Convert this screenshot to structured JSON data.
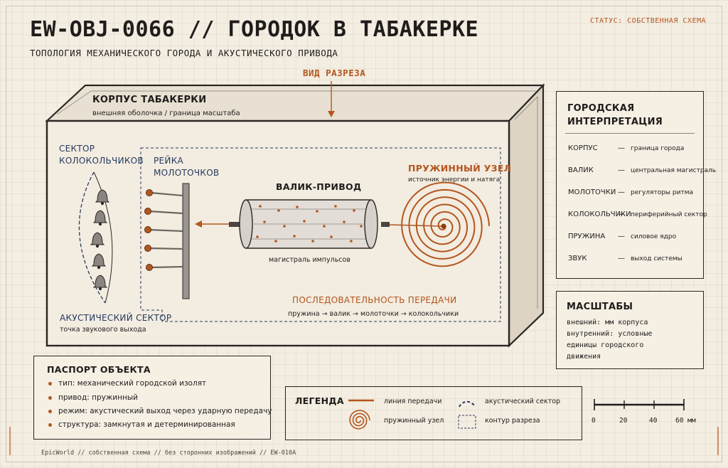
{
  "header": {
    "title": "EW-OBJ-0066 // ГОРОДОК В ТАБАКЕРКЕ",
    "subtitle": "ТОПОЛОГИЯ МЕХАНИЧЕСКОГО ГОРОДА И АКУСТИЧЕСКОГО ПРИВОДА",
    "status": "СТАТУС: СОБСТВЕННАЯ СХЕМА"
  },
  "section_view": "ВИД РАЗРЕЗА",
  "box": {
    "title": "КОРПУС ТАБАКЕРКИ",
    "subtitle": "внешняя оболочка / граница масштаба"
  },
  "bells": {
    "title_line1": "СЕКТОР",
    "title_line2": "КОЛОКОЛЬЧИКОВ"
  },
  "hammers": {
    "title_line1": "РЕЙКА",
    "title_line2": "МОЛОТОЧКОВ"
  },
  "drum": {
    "title": "ВАЛИК-ПРИВОД",
    "caption": "магистраль импульсов"
  },
  "spring": {
    "title": "ПРУЖИННЫЙ УЗЕЛ",
    "caption": "источник энергии и натяга"
  },
  "acoustic": {
    "title": "АКУСТИЧЕСКИЙ СЕКТОР",
    "caption": "точка звукового выхода"
  },
  "sequence": {
    "title": "ПОСЛЕДОВАТЕЛЬНОСТЬ ПЕРЕДАЧИ",
    "text": "пружина → валик → молоточки → колокольчики"
  },
  "interpretation": {
    "title_line1": "ГОРОДСКАЯ",
    "title_line2": "ИНТЕРПРЕТАЦИЯ",
    "rows": [
      {
        "key": "КОРПУС",
        "value": "граница города"
      },
      {
        "key": "ВАЛИК",
        "value": "центральная магистраль"
      },
      {
        "key": "МОЛОТОЧКИ",
        "value": "регуляторы ритма"
      },
      {
        "key": "КОЛОКОЛЬЧИКИ",
        "value": "периферийный сектор"
      },
      {
        "key": "ПРУЖИНА",
        "value": "силовое ядро"
      },
      {
        "key": "ЗВУК",
        "value": "выход системы"
      }
    ]
  },
  "scales": {
    "title": "МАСШТАБЫ",
    "lines": [
      "внешний: мм корпуса",
      "внутренний: условные",
      "единицы городского",
      "движения"
    ]
  },
  "passport": {
    "title": "ПАСПОРТ ОБЪЕКТА",
    "items": [
      "тип: механический городской изолят",
      "привод: пружинный",
      "режим: акустический выход через ударную передачу",
      "структура: замкнутая и детерминированная"
    ]
  },
  "legend": {
    "title": "ЛЕГЕНДА",
    "transmission": "линия передачи",
    "spring": "пружинный узел",
    "acoustic": "акустический сектор",
    "cut": "контур разреза"
  },
  "scalebar": {
    "ticks": [
      "0",
      "20",
      "40",
      "60 мм"
    ]
  },
  "footer": "EpicWorld // собственная схема // без сторонних изображений // EW-010A",
  "colors": {
    "accent": "#b3561f",
    "ink": "#1f1d1b",
    "blue": "#253a5e",
    "paper": "#f4ede1"
  }
}
